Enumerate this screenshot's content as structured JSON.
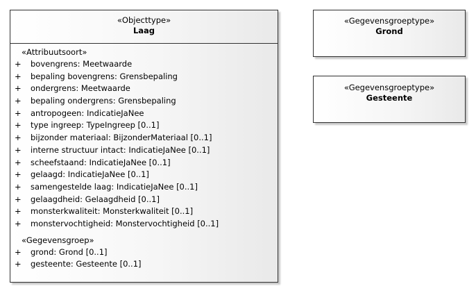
{
  "classes": {
    "laag": {
      "stereotype": "«Objecttype»",
      "name": "Laag",
      "attribute_group_label": "«Attribuutsoort»",
      "attributes": [
        {
          "visibility": "+",
          "text": "bovengrens: Meetwaarde"
        },
        {
          "visibility": "+",
          "text": "bepaling bovengrens: Grensbepaling"
        },
        {
          "visibility": "+",
          "text": "ondergrens: Meetwaarde"
        },
        {
          "visibility": "+",
          "text": "bepaling ondergrens: Grensbepaling"
        },
        {
          "visibility": "+",
          "text": "antropogeen: IndicatieJaNee"
        },
        {
          "visibility": "+",
          "text": "type ingreep: TypeIngreep [0..1]"
        },
        {
          "visibility": "+",
          "text": "bijzonder materiaal: BijzonderMateriaal [0..1]"
        },
        {
          "visibility": "+",
          "text": "interne structuur intact: IndicatieJaNee [0..1]"
        },
        {
          "visibility": "+",
          "text": "scheefstaand: IndicatieJaNee [0..1]"
        },
        {
          "visibility": "+",
          "text": "gelaagd: IndicatieJaNee [0..1]"
        },
        {
          "visibility": "+",
          "text": "samengestelde laag: IndicatieJaNee [0..1]"
        },
        {
          "visibility": "+",
          "text": "gelaagdheid: Gelaagdheid [0..1]"
        },
        {
          "visibility": "+",
          "text": "monsterkwaliteit: Monsterkwaliteit [0..1]"
        },
        {
          "visibility": "+",
          "text": "monstervochtigheid: Monstervochtigheid [0..1]"
        }
      ],
      "data_group_label": "«Gegevensgroep»",
      "data_groups": [
        {
          "visibility": "+",
          "text": "grond: Grond [0..1]"
        },
        {
          "visibility": "+",
          "text": "gesteente: Gesteente [0..1]"
        }
      ]
    },
    "grond": {
      "stereotype": "«Gegevensgroeptype»",
      "name": "Grond"
    },
    "gesteente": {
      "stereotype": "«Gegevensgroeptype»",
      "name": "Gesteente"
    }
  }
}
